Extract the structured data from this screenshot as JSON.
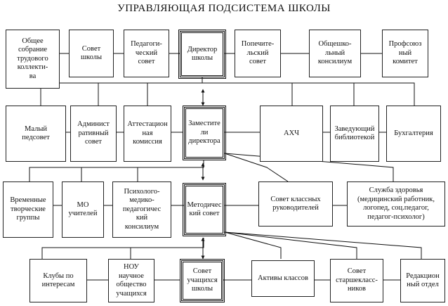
{
  "title": "УПРАВЛЯЮЩАЯ ПОДСИСТЕМА ШКОЛЫ",
  "row1": {
    "general_meeting": "Общее\nсобрание\nтрудового\nколлекти-\nва",
    "school_council": "Совет\nшколы",
    "pedagogical_council": "Педагоги-\nческий\nсовет",
    "director": "Директор\nшколы",
    "board_of_trustees": "Попечите-\nльский\nсовет",
    "parent_consilium": "Общешко-\nльный\nконсилиум",
    "trade_union": "Профсоюз\nный\nкомитет"
  },
  "row2": {
    "small_council": "Малый\nпедсовет",
    "admin_council": "Админист\nративный\nсовет",
    "attestation": "Аттестацион\nная\nкомиссия",
    "deputy_directors": "Заместите\nли\nдиректора",
    "ahch": "АХЧ",
    "library_head": "Заведующий\nбиблиотекой",
    "accounting": "Бухгалтерия"
  },
  "row3": {
    "creative_groups": "Временные\nтворческие\nгруппы",
    "mo_teachers": "МО\nучителей",
    "psych_consilium": "Психолого-\nмедико-\nпедагогичес\nкий\nконсилиум",
    "methodical_council": "Методичес\nкий совет",
    "class_leaders": "Совет классных\nруководителей",
    "health_service": "Служба здоровья\n(медицинский работник,\nлогопед, соц.педагог,\nпедагог-психолог)"
  },
  "row4": {
    "clubs": "Клубы по\nинтересам",
    "nou": "НОУ\nнаучное\nобщество\nучащихся",
    "student_council": "Совет\nучащихся\nшколы",
    "class_assets": "Активы классов",
    "senior_council": "Совет\nстаршекласс-\nников",
    "editorial": "Редакцион\nный отдел"
  }
}
